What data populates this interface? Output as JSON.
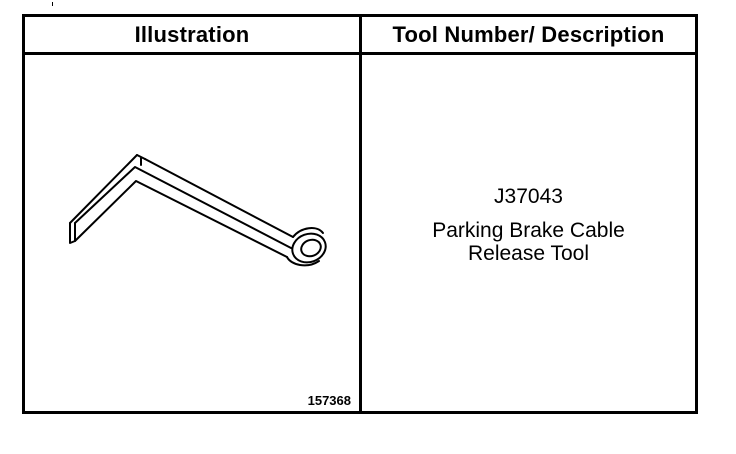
{
  "table": {
    "headers": {
      "illustration": "Illustration",
      "description": "Tool Number/ Description"
    },
    "row": {
      "figure_number": "157368",
      "tool_number": "J37043",
      "description_lines": [
        "Parking Brake Cable",
        "Release Tool"
      ]
    }
  },
  "icons": {
    "tool_drawing": "parking-brake-cable-release-tool-icon"
  }
}
